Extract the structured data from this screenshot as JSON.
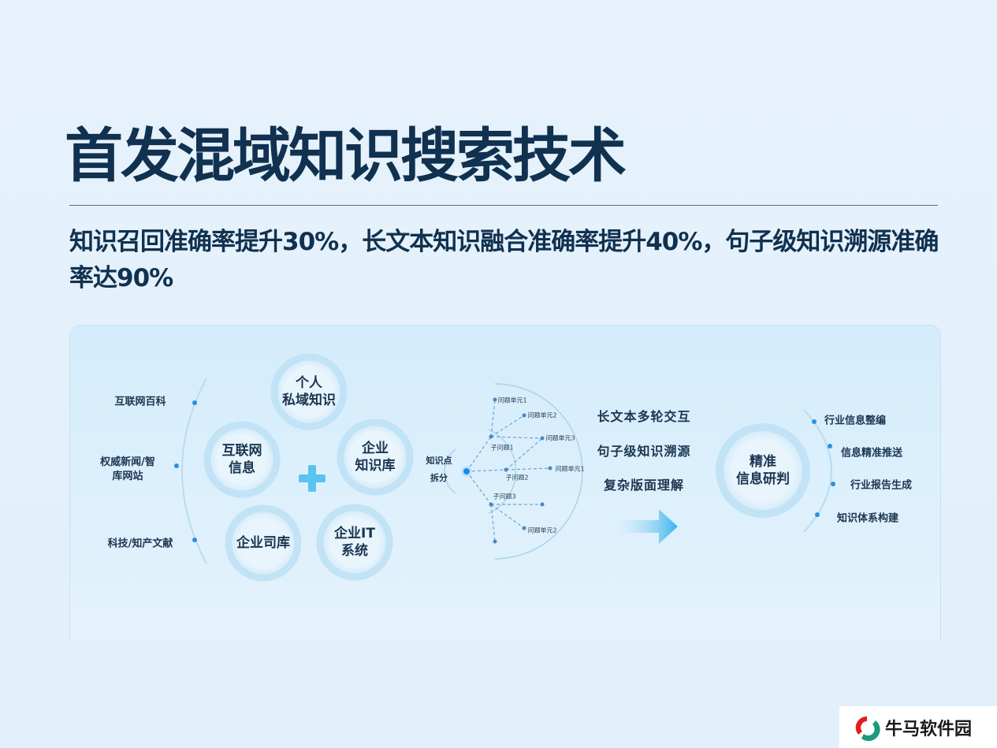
{
  "title": "首发混域知识搜索技术",
  "subtitle": "知识召回准确率提升30%，长文本知识融合准确率提升40%，句子级知识溯源准确率达90%",
  "sources": [
    "互联网百科",
    "权威新闻/智库网站",
    "科技/知产文献"
  ],
  "knowledge_bases": {
    "personal": "个人\n私域知识",
    "internet": "互联网\n信息",
    "enterprise_kb": "企业\n知识库",
    "treasury": "企业司库",
    "it": "企业IT\n系统"
  },
  "decomposition": {
    "label": "知识点\n拆分",
    "sub_questions": [
      "子问题1",
      "子问题2",
      "子问题3"
    ],
    "units": [
      "问题单元1",
      "问题单元2",
      "问题单元3",
      "问题单元1",
      "问题单元2"
    ]
  },
  "capabilities": [
    "长文本多轮交互",
    "句子级知识溯源",
    "复杂版面理解"
  ],
  "result": "精准\n信息研判",
  "outputs": [
    "行业信息整编",
    "信息精准推送",
    "行业报告生成",
    "知识体系构建"
  ],
  "watermark": "牛马软件园",
  "colors": {
    "title": "#10314f",
    "accent": "#2a8fe0"
  }
}
